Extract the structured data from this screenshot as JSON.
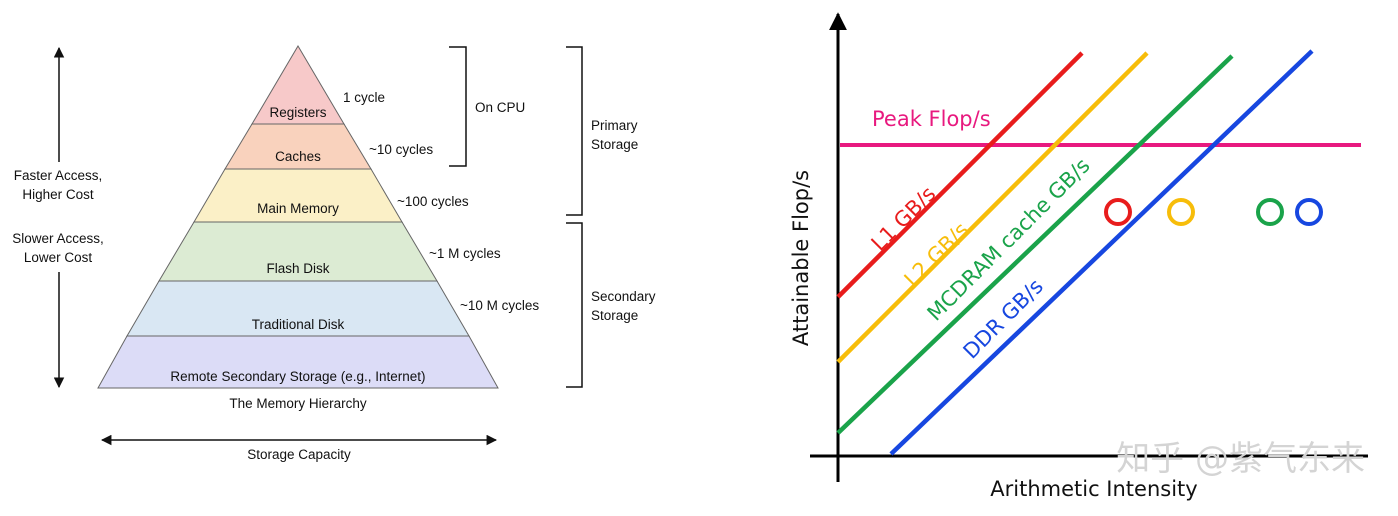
{
  "memory_hierarchy": {
    "title": "The Memory Hierarchy",
    "levels": [
      {
        "name": "Registers",
        "latency": "1 cycle",
        "color": "#f7c9c9"
      },
      {
        "name": "Caches",
        "latency": "~10 cycles",
        "color": "#f9d2bd"
      },
      {
        "name": "Main Memory",
        "latency": "~100 cycles",
        "color": "#fbf0c7"
      },
      {
        "name": "Flash Disk",
        "latency": "~1 M cycles",
        "color": "#dcebd3"
      },
      {
        "name": "Traditional Disk",
        "latency": "~10 M cycles",
        "color": "#d9e7f3"
      },
      {
        "name": "Remote Secondary Storage (e.g., Internet)",
        "latency": "",
        "color": "#dcdcf7"
      }
    ],
    "left_axis": {
      "top_label_line1": "Faster Access,",
      "top_label_line2": "Higher Cost",
      "bottom_label_line1": "Slower Access,",
      "bottom_label_line2": "Lower Cost"
    },
    "bottom_axis_label": "Storage Capacity",
    "brackets": {
      "on_cpu": "On CPU",
      "primary_line1": "Primary",
      "primary_line2": "Storage",
      "secondary_line1": "Secondary",
      "secondary_line2": "Storage"
    }
  },
  "roofline": {
    "x_axis_label": "Arithmetic Intensity",
    "y_axis_label": "Attainable Flop/s",
    "peak": {
      "label": "Peak Flop/s",
      "color": "#e8197f"
    },
    "roofs": [
      {
        "label": "L1 GB/s",
        "color": "#e81c1c"
      },
      {
        "label": "L2 GB/s",
        "color": "#f7bd0a"
      },
      {
        "label": "MCDRAM cache GB/s",
        "color": "#1aa34a"
      },
      {
        "label": "DDR GB/s",
        "color": "#1747e0"
      }
    ],
    "points": [
      {
        "color": "#e81c1c"
      },
      {
        "color": "#f7bd0a"
      },
      {
        "color": "#1aa34a"
      },
      {
        "color": "#1747e0"
      }
    ]
  },
  "watermark": "知乎 @紫气东来"
}
